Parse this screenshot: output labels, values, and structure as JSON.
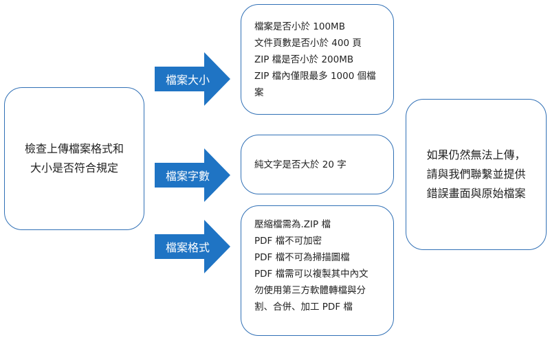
{
  "left_box": {
    "lines": [
      "檢查上傳檔案格式和",
      "大小是否符合規定"
    ]
  },
  "arrows": [
    {
      "label": "檔案大小"
    },
    {
      "label": "檔案字數"
    },
    {
      "label": "檔案格式"
    }
  ],
  "size_box": {
    "lines": [
      "檔案是否小於 100MB",
      "文件頁數是否小於 400 頁",
      "ZIP 檔是否小於 200MB",
      "ZIP 檔內僅限最多 1000 個檔",
      "案"
    ]
  },
  "words_box": {
    "lines": [
      "純文字是否大於 20 字"
    ]
  },
  "format_box": {
    "lines": [
      "壓縮檔需為.ZIP 檔",
      "PDF 檔不可加密",
      "PDF 檔不可為掃描圖檔",
      "PDF 檔需可以複製其中內文",
      "勿使用第三方軟體轉檔與分",
      "割、合併、加工 PDF 檔"
    ]
  },
  "right_box": {
    "lines": [
      "如果仍然無法上傳，",
      "請與我們聯繫並提供",
      "錯誤畫面與原始檔案"
    ]
  },
  "colors": {
    "border": "#2f6fb5",
    "arrow": "#1f74c4"
  }
}
